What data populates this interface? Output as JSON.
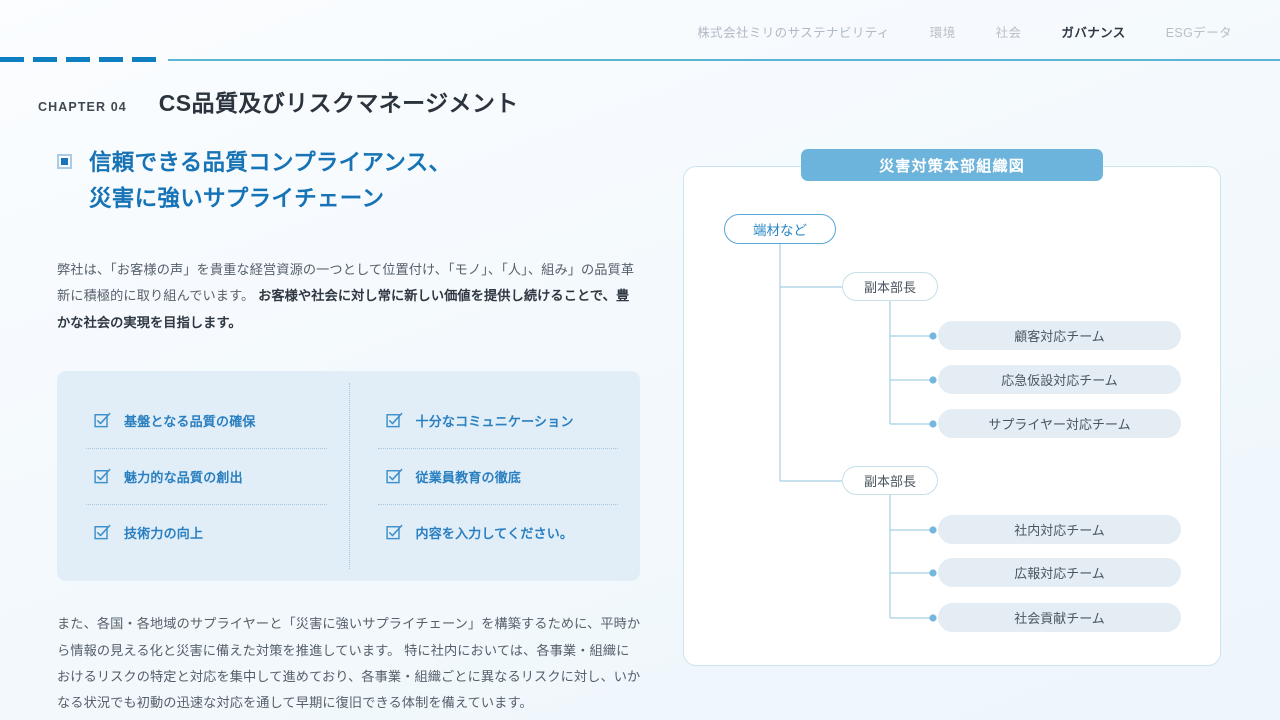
{
  "nav": {
    "items": [
      {
        "label": "株式会社ミリのサステナビリティ",
        "active": false,
        "brand": true
      },
      {
        "label": "環境",
        "active": false,
        "brand": false
      },
      {
        "label": "社会",
        "active": false,
        "brand": false
      },
      {
        "label": "ガバナンス",
        "active": true,
        "brand": false
      },
      {
        "label": "ESGデータ",
        "active": false,
        "brand": false
      }
    ]
  },
  "chapter": {
    "label": "CHAPTER 04",
    "title": "CS品質及びリスクマネージメント"
  },
  "section": {
    "heading_line1": "信頼できる品質コンプライアンス、",
    "heading_line2": "災害に強いサプライチェーン",
    "paragraph_top_normal": "弊社は、「お客様の声」を貴重な経営資源の一つとして位置付け、「モノ」、「人」、組み」の品質革新に積極的に取り組んでいます。 ",
    "paragraph_top_bold": "お客様や社会に対し常に新しい価値を提供し続けることで、豊かな社会の実現を目指します。",
    "paragraph_bottom": "また、各国・各地域のサプライヤーと「災害に強いサプライチェーン」を構築するために、平時から情報の見える化と災害に備えた対策を推進しています。\n特に社内においては、各事業・組織におけるリスクの特定と対応を集中して進めており、各事業・組織ごとに異なるリスクに対し、いかなる状況でも初動の迅速な対応を通して早期に復旧できる体制を備えています。"
  },
  "checklist": {
    "left": [
      "基盤となる品質の確保",
      "魅力的な品質の創出",
      "技術力の向上"
    ],
    "right": [
      "十分なコミュニケーション",
      "従業員教育の徹底",
      "内容を入力してください。"
    ]
  },
  "org_chart": {
    "title": "災害対策本部組織図",
    "root": "端材など",
    "branches": [
      {
        "node": "副本部長",
        "teams": [
          "顧客対応チーム",
          "応急仮設対応チーム",
          "サプライヤー対応チーム"
        ]
      },
      {
        "node": "副本部長",
        "teams": [
          "社内対応チーム",
          "広報対応チーム",
          "社会貢献チーム"
        ]
      }
    ]
  },
  "colors": {
    "accent_blue": "#0d7ec0",
    "heading_blue": "#1673b6",
    "badge_blue": "#6db4dd",
    "panel_border": "#c9e5ef",
    "checklist_bg": "#e1eef8",
    "pill_bg": "#e4edf4",
    "link_line": "#a8cfe4"
  }
}
